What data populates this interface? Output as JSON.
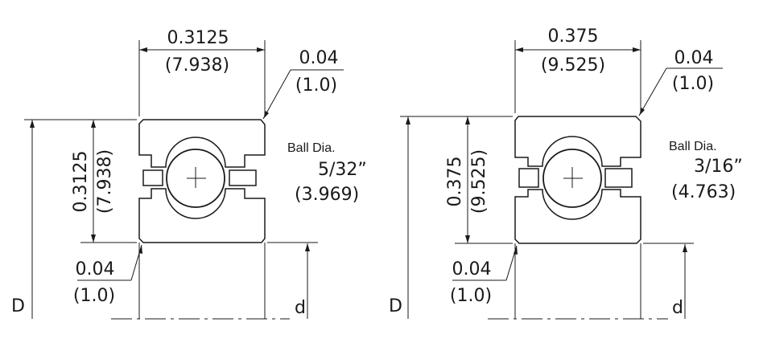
{
  "colors": {
    "ink": "#1a1a1a",
    "background": "#ffffff"
  },
  "bearings": [
    {
      "width_in": "0.3125",
      "width_mm": "(7.938)",
      "height_in": "0.3125",
      "height_mm": "(7.938)",
      "chamfer_top_in": "0.04",
      "chamfer_top_mm": "(1.0)",
      "chamfer_bottom_in": "0.04",
      "chamfer_bottom_mm": "(1.0)",
      "ball_label": "Ball Dia.",
      "ball_in": "5/32”",
      "ball_mm": "(3.969)",
      "outer_label": "D",
      "bore_label": "d"
    },
    {
      "width_in": "0.375",
      "width_mm": "(9.525)",
      "height_in": "0.375",
      "height_mm": "(9.525)",
      "chamfer_top_in": "0.04",
      "chamfer_top_mm": "(1.0)",
      "chamfer_bottom_in": "0.04",
      "chamfer_bottom_mm": "(1.0)",
      "ball_label": "Ball Dia.",
      "ball_in": "3/16”",
      "ball_mm": "(4.763)",
      "outer_label": "D",
      "bore_label": "d"
    }
  ]
}
